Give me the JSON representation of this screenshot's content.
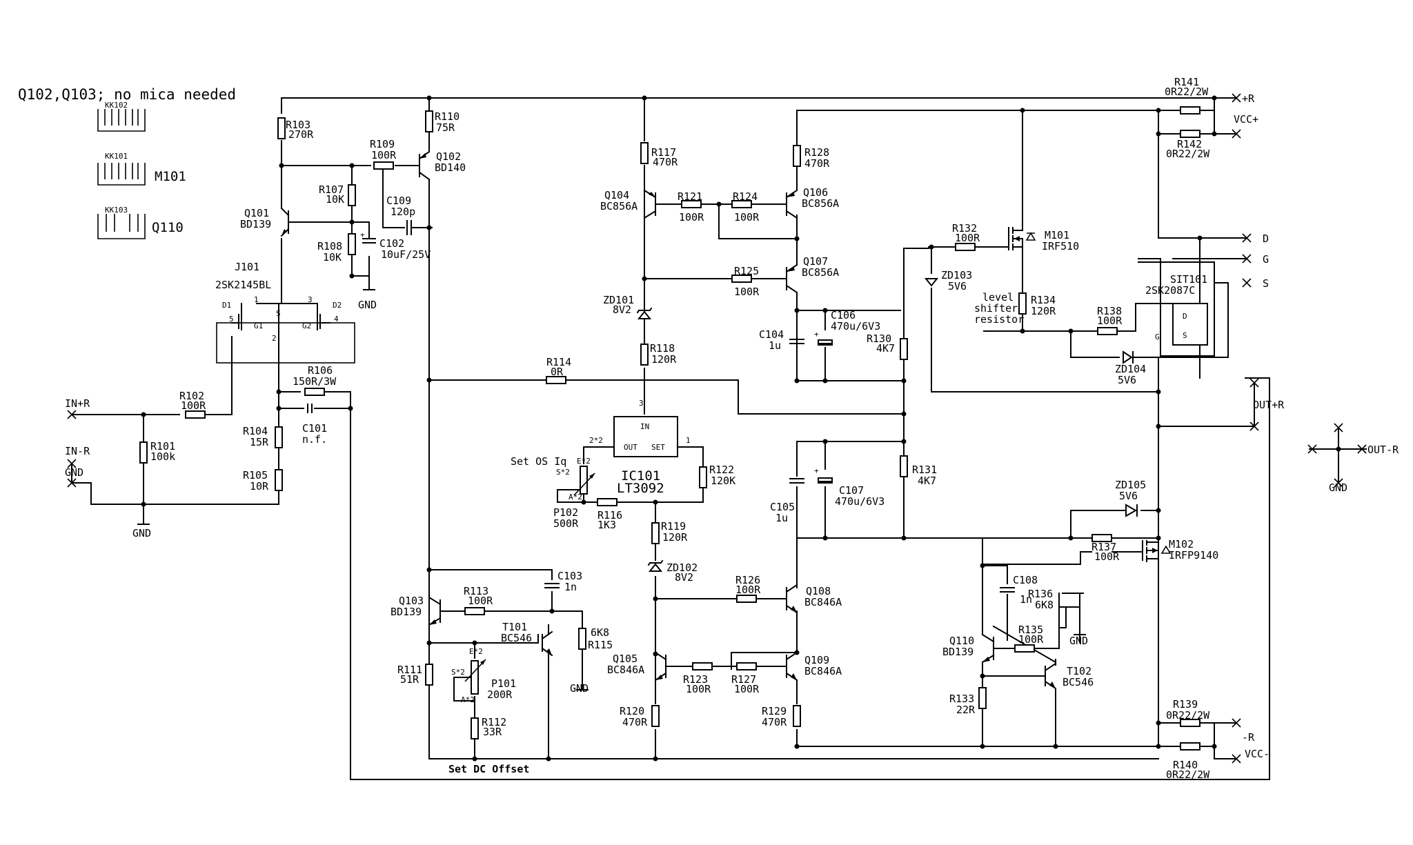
{
  "note": "Q102,Q103; no mica needed",
  "heatsinks": [
    {
      "ref": "KK102",
      "part": ""
    },
    {
      "ref": "KK101",
      "part": "M101"
    },
    {
      "ref": "KK103",
      "part": "Q110"
    }
  ],
  "connectors": {
    "in_r": "IN+R",
    "in_minus_r": "IN-R",
    "gnd": "GND",
    "plus_r": "+R",
    "vcc_plus": "VCC+",
    "d": "D",
    "g": "G",
    "s": "S",
    "out_plus_r": "OUT+R",
    "out_minus_r": "OUT-R",
    "minus_r": "-R",
    "vcc_minus": "VCC-"
  },
  "gnd_label": "GND",
  "resistors": {
    "R101": {
      "ref": "R101",
      "val": "100k"
    },
    "R102": {
      "ref": "R102",
      "val": "100R"
    },
    "R103": {
      "ref": "R103",
      "val": "270R"
    },
    "R104": {
      "ref": "R104",
      "val": "15R"
    },
    "R105": {
      "ref": "R105",
      "val": "10R"
    },
    "R106": {
      "ref": "R106",
      "val": "150R/3W"
    },
    "R107": {
      "ref": "R107",
      "val": "10K"
    },
    "R108": {
      "ref": "R108",
      "val": "10K"
    },
    "R109": {
      "ref": "R109",
      "val": "100R"
    },
    "R110": {
      "ref": "R110",
      "val": "75R"
    },
    "R111": {
      "ref": "R111",
      "val": "51R"
    },
    "R112": {
      "ref": "R112",
      "val": "33R"
    },
    "R113": {
      "ref": "R113",
      "val": "100R"
    },
    "R114": {
      "ref": "R114",
      "val": "0R"
    },
    "R115": {
      "ref": "R115",
      "val": "6K8"
    },
    "R116": {
      "ref": "R116",
      "val": "1K3"
    },
    "R117": {
      "ref": "R117",
      "val": "470R"
    },
    "R118": {
      "ref": "R118",
      "val": "120R"
    },
    "R119": {
      "ref": "R119",
      "val": "120R"
    },
    "R120": {
      "ref": "R120",
      "val": "470R"
    },
    "R121": {
      "ref": "R121",
      "val": "100R"
    },
    "R122": {
      "ref": "R122",
      "val": "120K"
    },
    "R123": {
      "ref": "R123",
      "val": "100R"
    },
    "R124": {
      "ref": "R124",
      "val": "100R"
    },
    "R125": {
      "ref": "R125",
      "val": "100R"
    },
    "R126": {
      "ref": "R126",
      "val": "100R"
    },
    "R127": {
      "ref": "R127",
      "val": "100R"
    },
    "R128": {
      "ref": "R128",
      "val": "470R"
    },
    "R129": {
      "ref": "R129",
      "val": "470R"
    },
    "R130": {
      "ref": "R130",
      "val": "4K7"
    },
    "R131": {
      "ref": "R131",
      "val": "4K7"
    },
    "R132": {
      "ref": "R132",
      "val": "100R"
    },
    "R133": {
      "ref": "R133",
      "val": "22R"
    },
    "R134": {
      "ref": "R134",
      "val": "120R"
    },
    "R135": {
      "ref": "R135",
      "val": "100R"
    },
    "R136": {
      "ref": "R136",
      "val": "6K8"
    },
    "R137": {
      "ref": "R137",
      "val": "100R"
    },
    "R138": {
      "ref": "R138",
      "val": "100R"
    },
    "R139": {
      "ref": "R139",
      "val": "0R22/2W"
    },
    "R140": {
      "ref": "R140",
      "val": "0R22/2W"
    },
    "R141": {
      "ref": "R141",
      "val": "0R22/2W"
    },
    "R142": {
      "ref": "R142",
      "val": "0R22/2W"
    }
  },
  "capacitors": {
    "C101": {
      "ref": "C101",
      "val": "n.f."
    },
    "C102": {
      "ref": "C102",
      "val": "10uF/25V"
    },
    "C103": {
      "ref": "C103",
      "val": "1n"
    },
    "C104": {
      "ref": "C104",
      "val": "1u"
    },
    "C105": {
      "ref": "C105",
      "val": "1u"
    },
    "C106": {
      "ref": "C106",
      "val": "470u/6V3"
    },
    "C107": {
      "ref": "C107",
      "val": "470u/6V3"
    },
    "C108": {
      "ref": "C108",
      "val": "1n"
    },
    "C109": {
      "ref": "C109",
      "val": "120p"
    }
  },
  "transistors": {
    "Q101": {
      "ref": "Q101",
      "type": "BD139"
    },
    "Q102": {
      "ref": "Q102",
      "type": "BD140"
    },
    "Q103": {
      "ref": "Q103",
      "type": "BD139"
    },
    "Q104": {
      "ref": "Q104",
      "type": "BC856A"
    },
    "Q105": {
      "ref": "Q105",
      "type": "BC846A"
    },
    "Q106": {
      "ref": "Q106",
      "type": "BC856A"
    },
    "Q107": {
      "ref": "Q107",
      "type": "BC856A"
    },
    "Q108": {
      "ref": "Q108",
      "type": "BC846A"
    },
    "Q109": {
      "ref": "Q109",
      "type": "BC846A"
    },
    "Q110": {
      "ref": "Q110",
      "type": "BD139"
    },
    "T101": {
      "ref": "T101",
      "type": "BC546"
    },
    "T102": {
      "ref": "T102",
      "type": "BC546"
    }
  },
  "mosfets": {
    "M101": {
      "ref": "M101",
      "type": "IRF510"
    },
    "M102": {
      "ref": "M102",
      "type": "IRFP9140"
    },
    "SIT101": {
      "ref": "SIT101",
      "type": "2SK2087C"
    }
  },
  "zeners": {
    "ZD101": {
      "ref": "ZD101",
      "val": "8V2"
    },
    "ZD102": {
      "ref": "ZD102",
      "val": "8V2"
    },
    "ZD103": {
      "ref": "ZD103",
      "val": "5V6"
    },
    "ZD104": {
      "ref": "ZD104",
      "val": "5V6"
    },
    "ZD105": {
      "ref": "ZD105",
      "val": "5V6"
    }
  },
  "jfet": {
    "ref": "J101",
    "type": "2SK2145BL",
    "d1": "D1",
    "d2": "D2",
    "p1": "1",
    "p2": "2",
    "p3": "3",
    "p4": "4",
    "p5": "5",
    "s": "S",
    "g1": "G1",
    "g2": "G2"
  },
  "ic": {
    "ref": "IC101",
    "type": "LT3092",
    "in_pin": "IN",
    "out_pin": "OUT",
    "set_pin": "SET",
    "pin3": "3",
    "pin1": "1",
    "pin2": "2*2"
  },
  "pots": {
    "P101": {
      "ref": "P101",
      "val": "200R",
      "a": "A*2",
      "e": "E*2",
      "s": "S*2"
    },
    "P102": {
      "ref": "P102",
      "val": "500R",
      "a": "A*2",
      "e": "E*2",
      "s": "S*2"
    }
  },
  "sit_pins": {
    "d": "D",
    "g": "G",
    "s": "S"
  },
  "notes": {
    "set_os": "Set OS Iq",
    "set_dc": "Set DC Offset",
    "level1": "level",
    "level2": "shifter",
    "level3": "resistor"
  }
}
